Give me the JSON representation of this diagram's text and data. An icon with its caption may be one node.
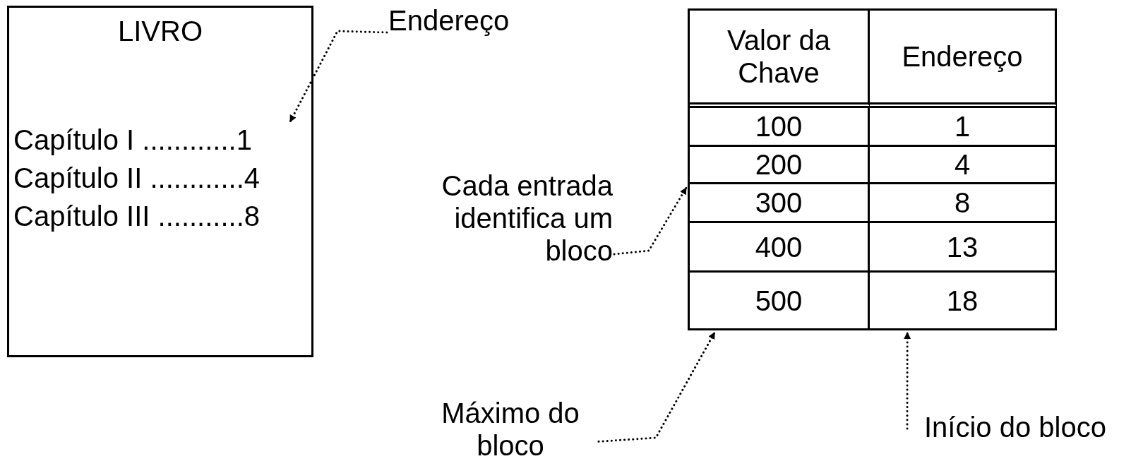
{
  "diagram": {
    "nodes": [
      {
        "text": [
          "LIVRO",
          "Capítulo I ............1",
          "Capítulo II ............4",
          "Capítulo III ...........8"
        ]
      },
      {
        "text": [
          "Endereço"
        ]
      },
      {
        "text": [
          "Cada entrada identifica um bloco"
        ]
      },
      {
        "text": [
          "Máximo do bloco"
        ]
      },
      {
        "text": [
          "Início do bloco"
        ]
      },
      {
        "text": [],
        "shape": "box"
      }
    ],
    "edges": [
      {
        "from": 1,
        "to": 0,
        "arrow": "to",
        "style": "dashed"
      },
      {
        "from": 2,
        "to": 5,
        "arrow": "to",
        "style": "dashed"
      },
      {
        "from": 3,
        "to": 5,
        "arrow": "to",
        "style": "dashed"
      },
      {
        "from": 4,
        "to": 5,
        "arrow": "to",
        "style": "dashed"
      }
    ],
    "labels": [
      "Valor da Chave",
      "Endereço",
      "100",
      "1",
      "200",
      "4",
      "300",
      "8",
      "400",
      "13",
      "500",
      "18"
    ]
  }
}
